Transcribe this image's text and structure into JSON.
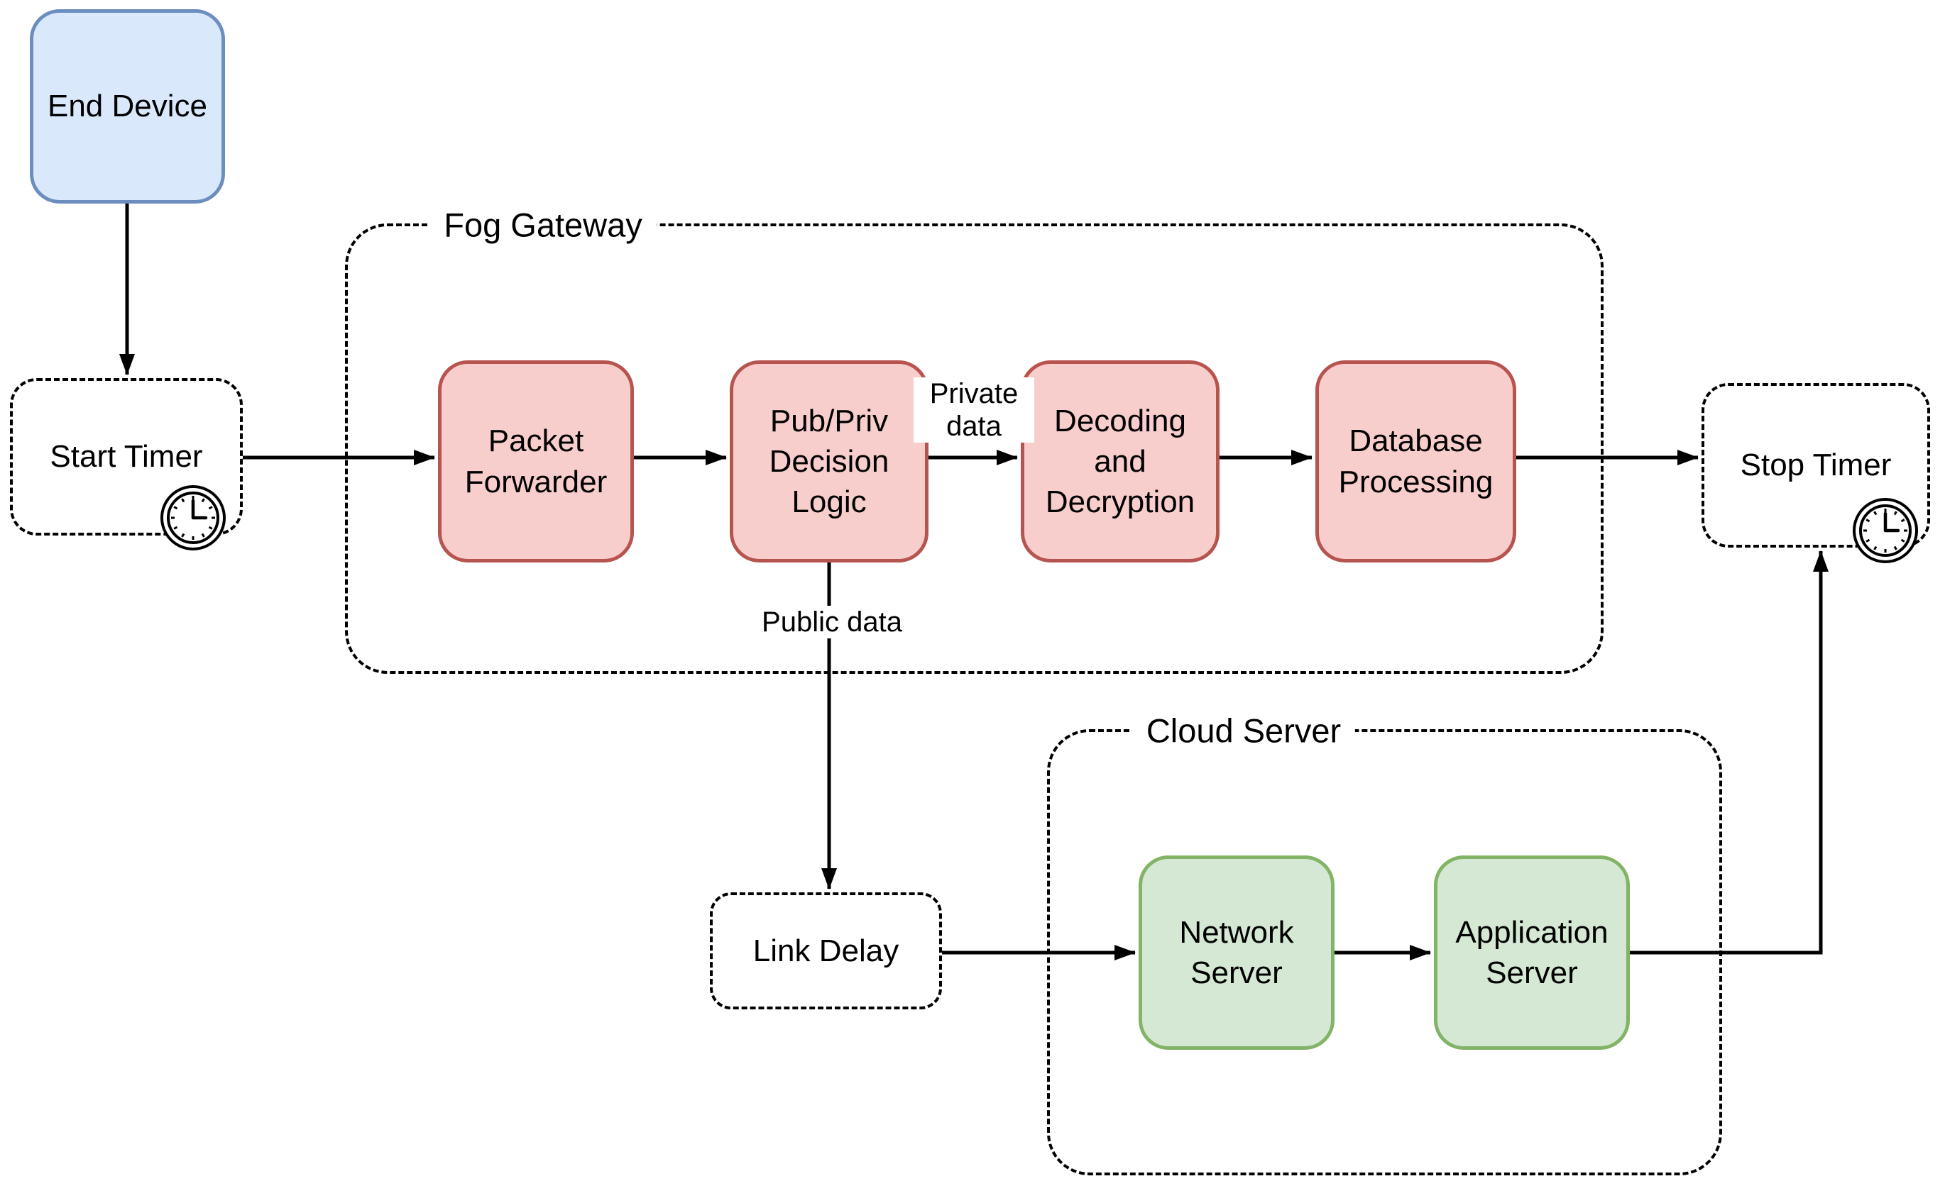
{
  "diagram": {
    "groups": {
      "fog_gateway": {
        "label": "Fog Gateway"
      },
      "cloud_server": {
        "label": "Cloud Server"
      }
    },
    "nodes": {
      "end_device": {
        "label": "End Device"
      },
      "start_timer": {
        "label": "Start Timer"
      },
      "packet_forwarder": {
        "label": "Packet Forwarder"
      },
      "pub_priv_decision_logic": {
        "label": "Pub/Priv Decision Logic"
      },
      "decoding_and_decryption": {
        "label": "Decoding and Decryption"
      },
      "database_processing": {
        "label": "Database Processing"
      },
      "stop_timer": {
        "label": "Stop Timer"
      },
      "link_delay": {
        "label": "Link Delay"
      },
      "network_server": {
        "label": "Network Server"
      },
      "application_server": {
        "label": "Application Server"
      }
    },
    "edge_labels": {
      "private_data": "Private data",
      "public_data": "Public data"
    },
    "edges": [
      {
        "from": "end_device",
        "to": "start_timer",
        "label": ""
      },
      {
        "from": "start_timer",
        "to": "packet_forwarder",
        "label": ""
      },
      {
        "from": "packet_forwarder",
        "to": "pub_priv_decision_logic",
        "label": ""
      },
      {
        "from": "pub_priv_decision_logic",
        "to": "decoding_and_decryption",
        "label": "Private data"
      },
      {
        "from": "decoding_and_decryption",
        "to": "database_processing",
        "label": ""
      },
      {
        "from": "database_processing",
        "to": "stop_timer",
        "label": ""
      },
      {
        "from": "pub_priv_decision_logic",
        "to": "link_delay",
        "label": "Public data"
      },
      {
        "from": "link_delay",
        "to": "network_server",
        "label": ""
      },
      {
        "from": "network_server",
        "to": "application_server",
        "label": ""
      },
      {
        "from": "application_server",
        "to": "stop_timer",
        "label": ""
      }
    ],
    "icons": {
      "start_timer": "clock-icon",
      "stop_timer": "clock-icon"
    },
    "colors": {
      "end_device_fill": "#dae8fc",
      "end_device_border": "#6c8ebf",
      "fog_node_fill": "#f8cecc",
      "fog_node_border": "#b85450",
      "cloud_node_fill": "#d5e8d4",
      "cloud_node_border": "#82b366",
      "line_color": "#000000",
      "background": "#ffffff"
    }
  }
}
